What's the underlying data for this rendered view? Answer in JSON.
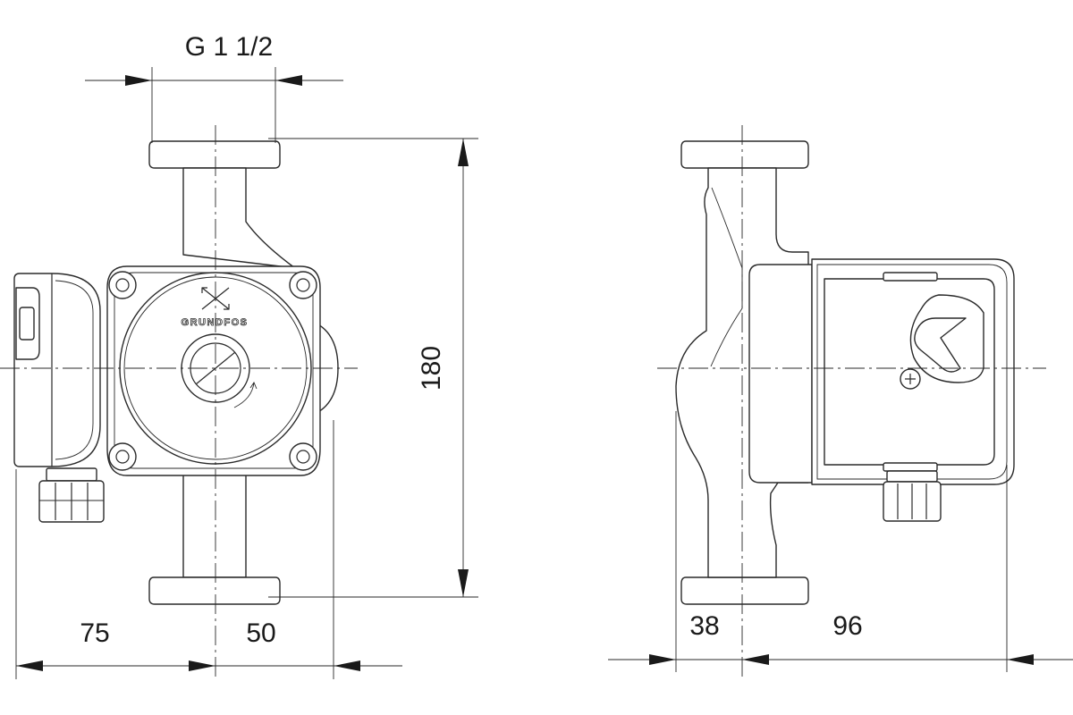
{
  "drawing": {
    "dimensions": {
      "thread": "G 1 1/2",
      "height": "180",
      "left_offset": "75",
      "right_offset": "50",
      "side_front": "38",
      "side_depth": "96"
    },
    "brand_logo": "GRUNDFOS",
    "line_color": "#2a2a2a",
    "background": "#ffffff"
  }
}
